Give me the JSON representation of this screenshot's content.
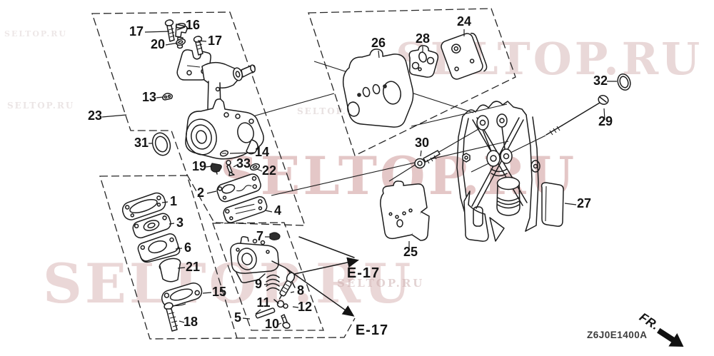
{
  "diagram": {
    "code": "Z6J0E1400A",
    "fr": "FR.",
    "watermark": "SELTOP.RU",
    "refs": {
      "e17_upper": "E-17",
      "e17_lower": "E-17"
    },
    "colors": {
      "line": "#1c1c1c",
      "watermark_pink": "#e2c2c2",
      "background": "#ffffff"
    },
    "labels": {
      "n1": "1",
      "n2": "2",
      "n3": "3",
      "n4": "4",
      "n5": "5",
      "n6": "6",
      "n7": "7",
      "n8": "8",
      "n9": "9",
      "n10": "10",
      "n11": "11",
      "n12": "12",
      "n13": "13",
      "n14": "14",
      "n15": "15",
      "n16": "16",
      "n17a": "17",
      "n17b": "17",
      "n18": "18",
      "n19": "19",
      "n20": "20",
      "n21": "21",
      "n22": "22",
      "n23": "23",
      "n24": "24",
      "n25": "25",
      "n26": "26",
      "n27": "27",
      "n28": "28",
      "n29": "29",
      "n30": "30",
      "n31": "31",
      "n32": "32",
      "n33": "33"
    }
  }
}
